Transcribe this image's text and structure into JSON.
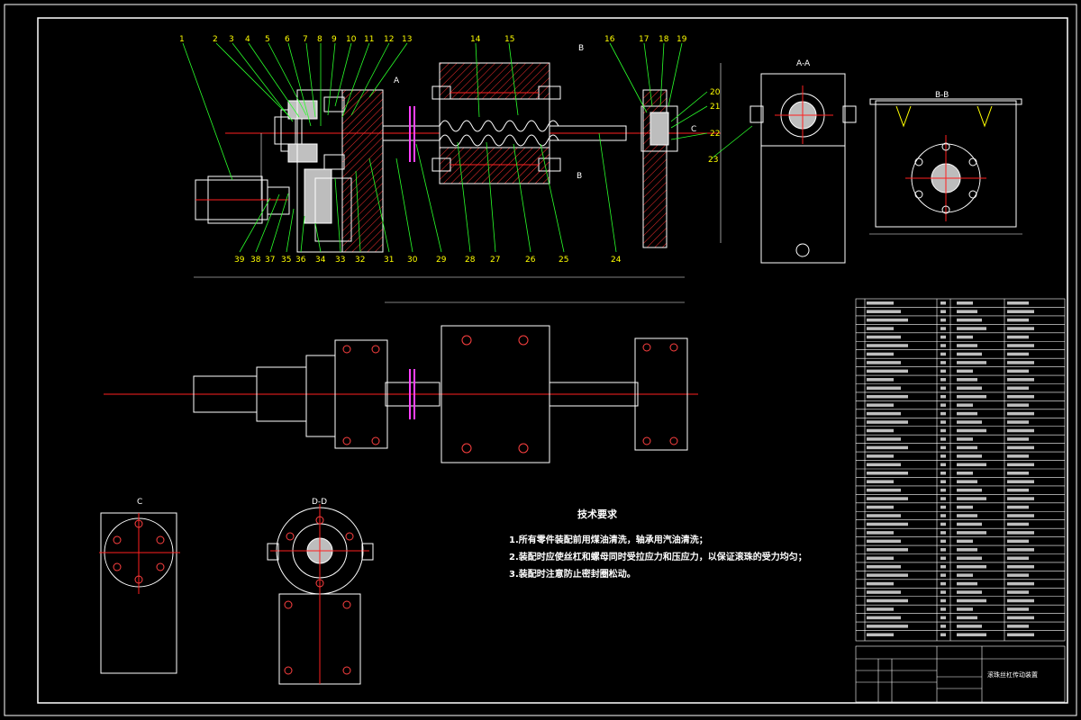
{
  "drawing": {
    "top_callouts": [
      "1",
      "2",
      "3",
      "4",
      "5",
      "6",
      "7",
      "8",
      "9",
      "10",
      "11",
      "12",
      "13",
      "14",
      "15",
      "16",
      "17",
      "18",
      "19"
    ],
    "right_callouts": [
      "20",
      "21",
      "22",
      "23"
    ],
    "bottom_callouts": [
      "39",
      "38",
      "37",
      "35",
      "36",
      "34",
      "33",
      "32",
      "31",
      "30",
      "29",
      "28",
      "27",
      "26",
      "25",
      "24"
    ],
    "section_labels": {
      "aa": "A-A",
      "bb": "B-B",
      "c": "C",
      "dd": "D-D",
      "a": "A",
      "b": "B",
      "b2": "B",
      "c_mark": "C"
    }
  },
  "technical_requirements": {
    "title": "技术要求",
    "items": [
      "1.所有零件装配前用煤油清洗，轴承用汽油清洗；",
      "2.装配时应使丝杠和螺母同时受拉应力和压应力，以保证滚珠的受力均匀；",
      "3.装配时注意防止密封圈松动。"
    ]
  },
  "title_block": {
    "drawing_name": "滚珠丝杠传动装置"
  }
}
